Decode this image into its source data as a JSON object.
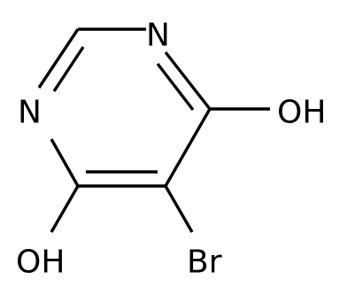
{
  "molecule": {
    "atoms": {
      "n_top": "N",
      "n_left": "N",
      "oh_right": "OH",
      "oh_bottom": "OH",
      "br": "Br"
    }
  },
  "colors": {
    "bond": "#000000",
    "label": "#000000",
    "background": "#ffffff"
  }
}
